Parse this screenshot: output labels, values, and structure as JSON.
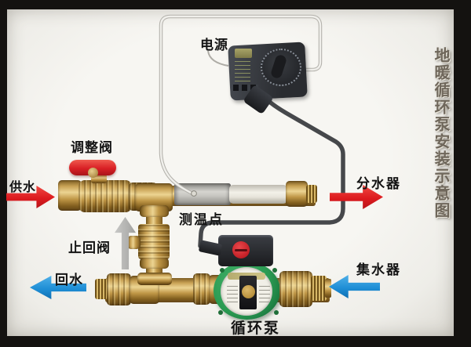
{
  "title": "地暖循环泵安装示意图",
  "labels": {
    "power": "电源",
    "adjust_valve": "调整阀",
    "supply": "供水",
    "temp_point": "测温点",
    "check_valve": "止回阀",
    "return_water": "回水",
    "distributor": "分水器",
    "collector": "集水器",
    "pump": "循环泵"
  },
  "arrows": [
    {
      "name": "supply-arrow",
      "direction": "right",
      "color": "#dd1b1f"
    },
    {
      "name": "distributor-arrow",
      "direction": "right",
      "color": "#dd1b1f"
    },
    {
      "name": "return-arrow",
      "direction": "left",
      "color": "#1f8fd6"
    },
    {
      "name": "collector-arrow",
      "direction": "left",
      "color": "#1f8fd6"
    },
    {
      "name": "check-flow-arrow",
      "direction": "up",
      "color": "#b2b2b0"
    }
  ],
  "colors": {
    "frame": "#141210",
    "background": "#f2f1ed",
    "accent_red": "#dd1b1f",
    "accent_blue": "#1f8fd6",
    "brass": "#c09747",
    "pump_green": "#2a9a52",
    "title_text": "#6f675b"
  }
}
